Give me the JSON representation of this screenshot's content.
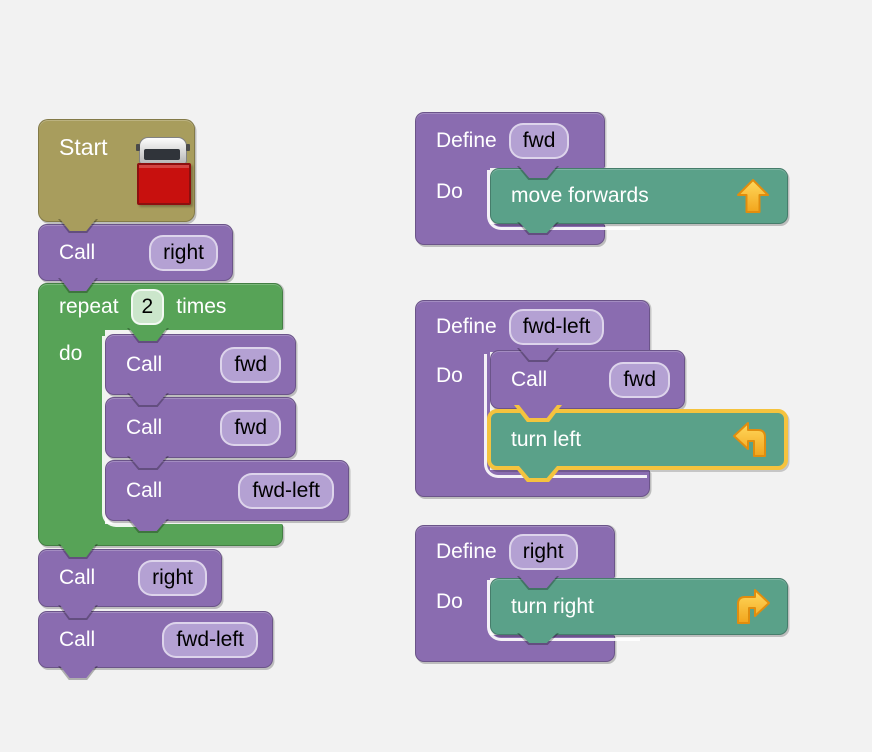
{
  "colors": {
    "background": "#f2f2f2",
    "khaki": "#a89d5d",
    "purple": "#8a6cb0",
    "green": "#57a357",
    "teal": "#5aa189",
    "gold": "#f5c33e",
    "pill_purple": "#b4a1d3",
    "pill_green": "#cbe6cb",
    "truck_red": "#c8100e",
    "arrow_fill": "#f9a825",
    "arrow_outline": "#e18d0e"
  },
  "main_stack": {
    "start": {
      "label": "Start",
      "icon": "truck-icon"
    },
    "call_right": {
      "label": "Call",
      "arg": "right"
    },
    "repeat": {
      "label_repeat": "repeat",
      "count": "2",
      "label_times": "times",
      "label_do": "do",
      "body": [
        {
          "label": "Call",
          "arg": "fwd"
        },
        {
          "label": "Call",
          "arg": "fwd"
        },
        {
          "label": "Call",
          "arg": "fwd-left"
        }
      ]
    },
    "call_right_2": {
      "label": "Call",
      "arg": "right"
    },
    "call_fwd_left": {
      "label": "Call",
      "arg": "fwd-left"
    }
  },
  "definitions": [
    {
      "label_define": "Define",
      "name": "fwd",
      "label_do": "Do",
      "body": [
        {
          "label": "move forwards",
          "icon": "up-arrow-icon"
        }
      ]
    },
    {
      "label_define": "Define",
      "name": "fwd-left",
      "label_do": "Do",
      "body": [
        {
          "label": "Call",
          "arg": "fwd"
        },
        {
          "label": "turn left",
          "icon": "turn-left-arrow-icon",
          "selected": true
        }
      ]
    },
    {
      "label_define": "Define",
      "name": "right",
      "label_do": "Do",
      "body": [
        {
          "label": "turn right",
          "icon": "turn-right-arrow-icon"
        }
      ]
    }
  ]
}
